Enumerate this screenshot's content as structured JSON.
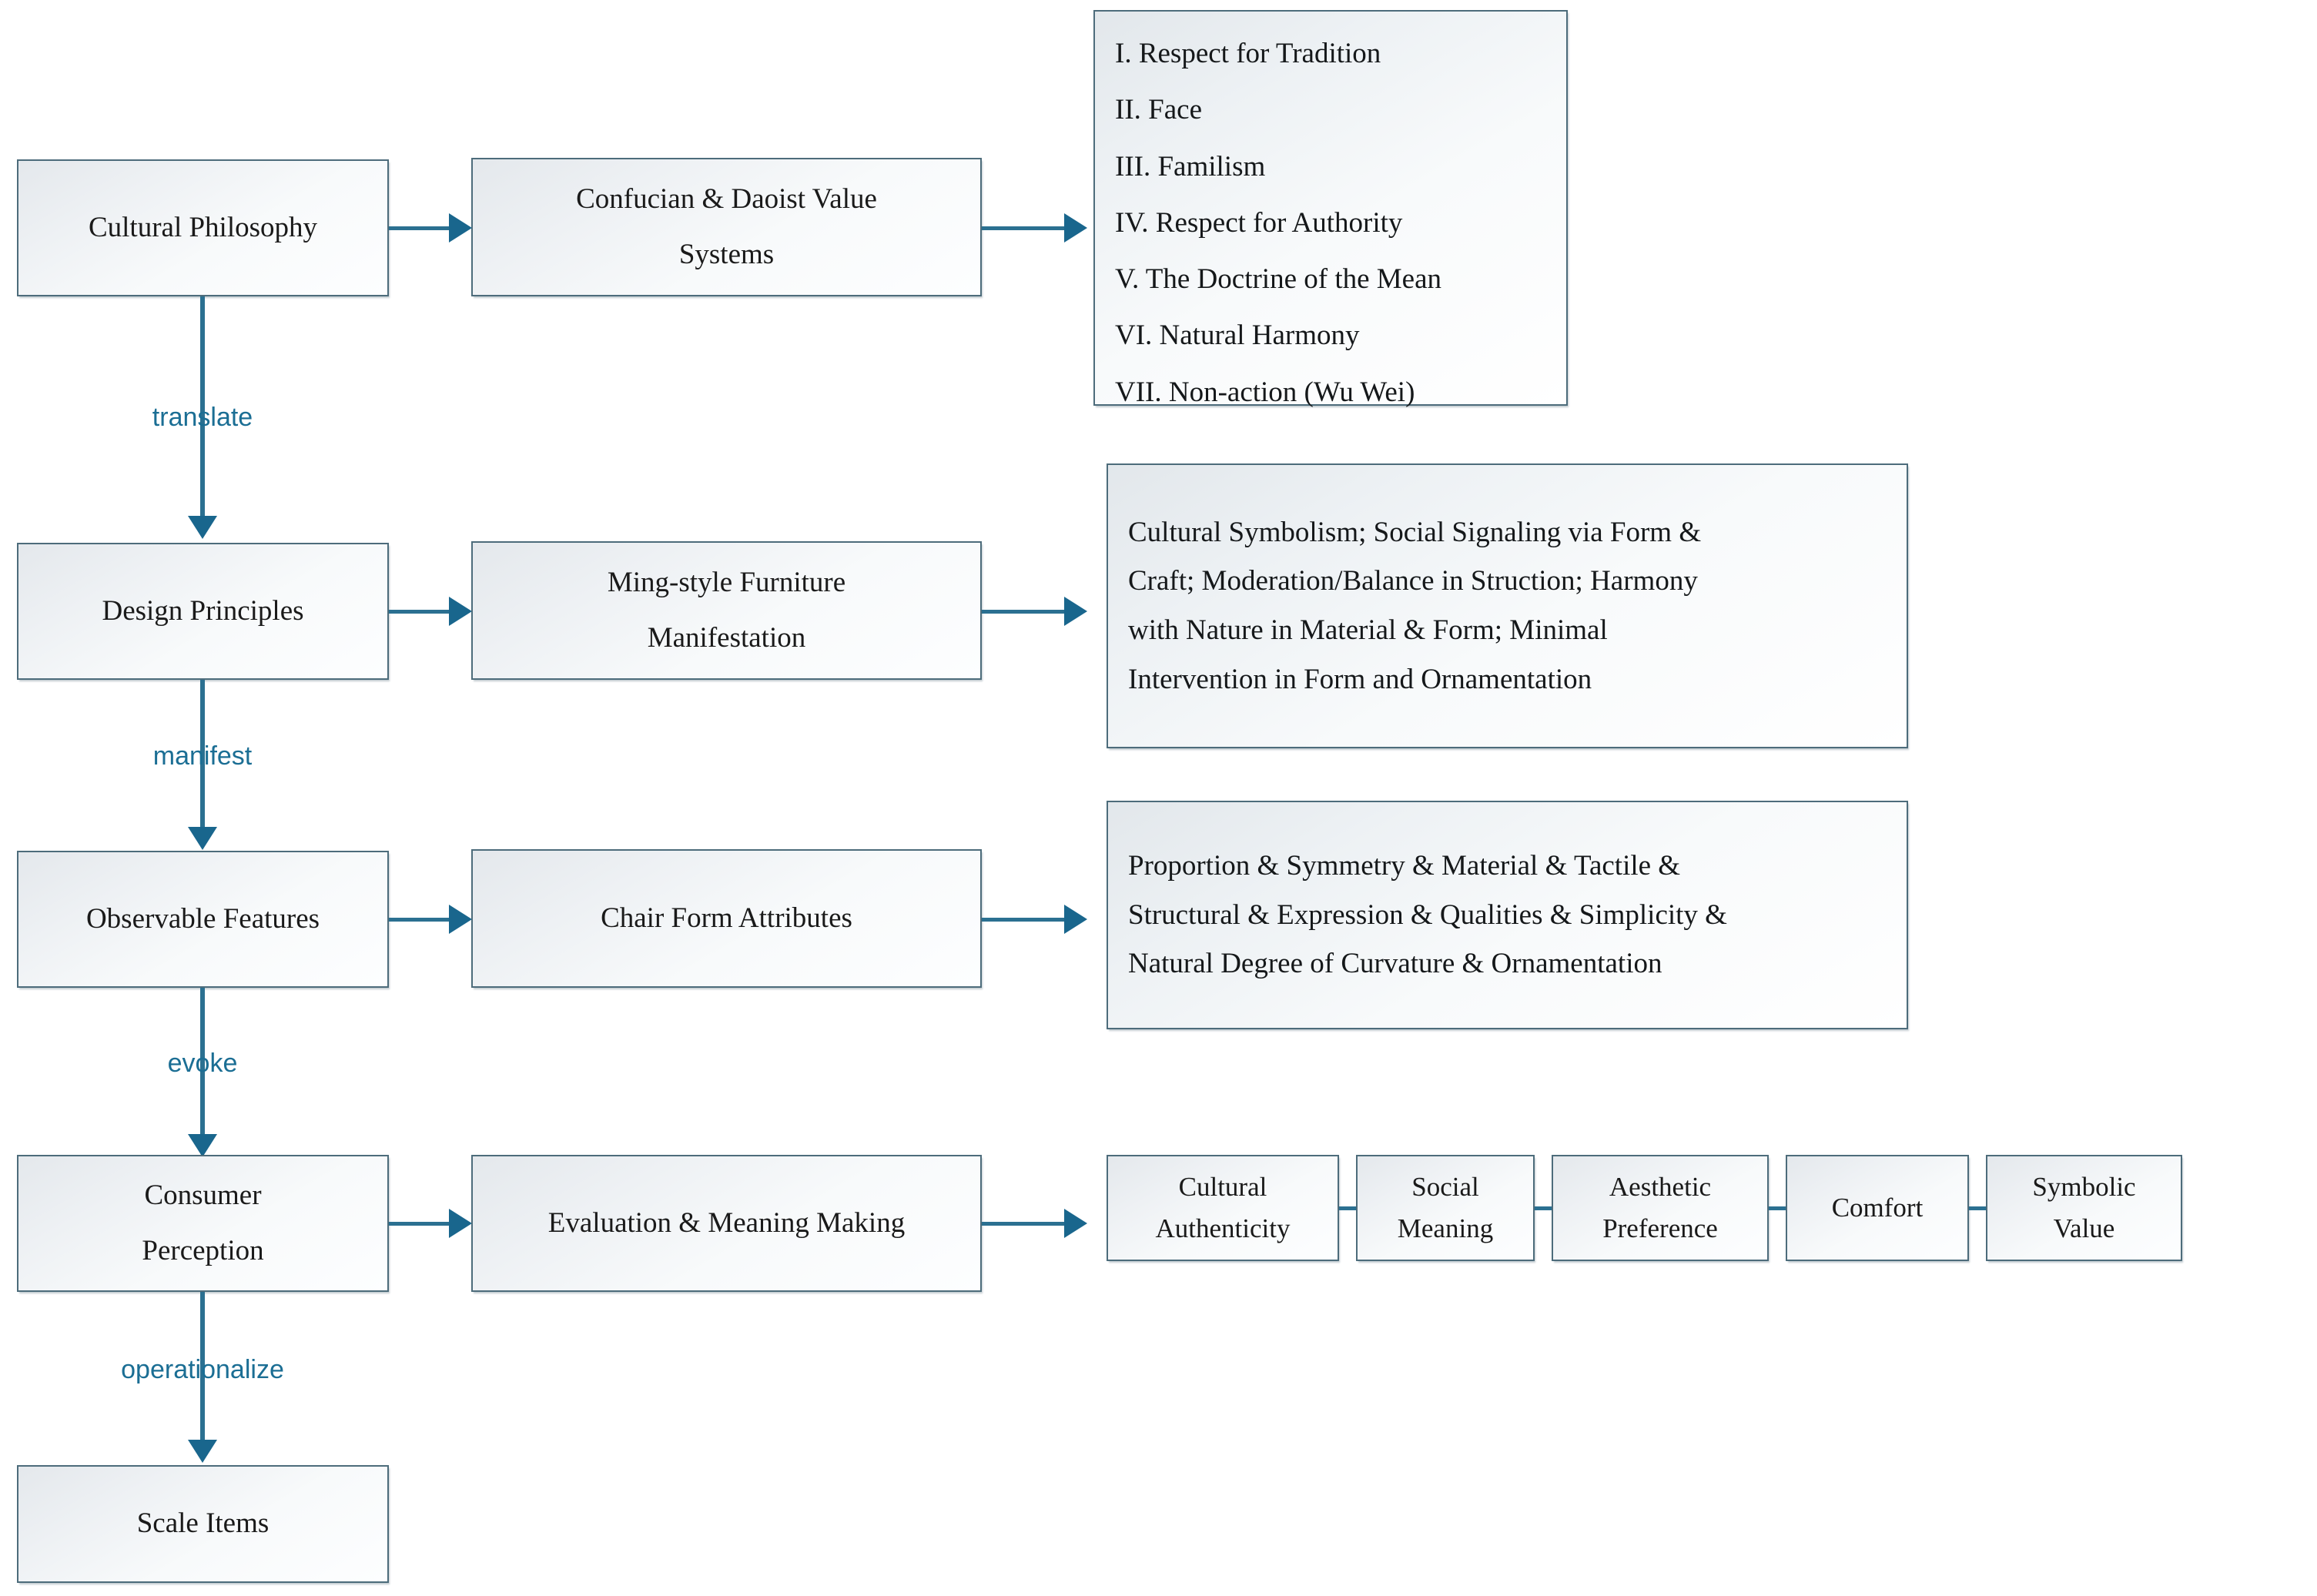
{
  "diagram": {
    "title": "Cultural Philosophy to Scale Items conceptual framework",
    "accent_color": "#2b7091",
    "label_color": "#1b6e94",
    "box_border_color": "#4d6c7b"
  },
  "stages": [
    {
      "id": "cultural-philosophy",
      "label": "Cultural Philosophy"
    },
    {
      "id": "design-principles",
      "label": "Design Principles"
    },
    {
      "id": "observable-features",
      "label": "Observable Features"
    },
    {
      "id": "consumer-perception",
      "line1": "Consumer",
      "line2": "Perception"
    },
    {
      "id": "scale-items",
      "label": "Scale Items"
    }
  ],
  "middle": [
    {
      "id": "confucian-daoist-value-systems",
      "line1": "Confucian & Daoist Value",
      "line2": "Systems"
    },
    {
      "id": "ming-style-furniture-manifestation",
      "line1": "Ming-style Furniture",
      "line2": "Manifestation"
    },
    {
      "id": "chair-form-attributes",
      "line1": "Chair Form Attributes",
      "line2": ""
    },
    {
      "id": "evaluation-meaning-making",
      "line1": "Evaluation & Meaning Making",
      "line2": ""
    }
  ],
  "edge_labels": [
    {
      "id": "translate",
      "text": "translate"
    },
    {
      "id": "manifest",
      "text": "manifest"
    },
    {
      "id": "evoke",
      "text": "evoke"
    },
    {
      "id": "operationalize",
      "text": "operationalize"
    }
  ],
  "value_systems_list": [
    "I. Respect for Tradition",
    "II. Face",
    "III. Familism",
    "IV. Respect for Authority",
    "V. The Doctrine of the Mean",
    "VI. Natural Harmony",
    "VII. Non-action (Wu Wei)"
  ],
  "design_principles_detail": [
    "Cultural Symbolism; Social Signaling via Form &",
    "Craft; Moderation/Balance in Struction; Harmony",
    "with Nature in Material & Form; Minimal",
    "Intervention in Form and Ornamentation"
  ],
  "chair_attributes_detail": [
    "Proportion & Symmetry & Material & Tactile &",
    "Structural & Expression & Qualities & Simplicity &",
    "Natural Degree of Curvature & Ornamentation"
  ],
  "perception_facets": [
    {
      "id": "cultural-authenticity",
      "line1": "Cultural",
      "line2": "Authenticity"
    },
    {
      "id": "social-meaning",
      "line1": "Social",
      "line2": "Meaning"
    },
    {
      "id": "aesthetic-preference",
      "line1": "Aesthetic",
      "line2": "Preference"
    },
    {
      "id": "comfort",
      "line1": "Comfort",
      "line2": ""
    },
    {
      "id": "symbolic-value",
      "line1": "Symbolic",
      "line2": "Value"
    }
  ]
}
